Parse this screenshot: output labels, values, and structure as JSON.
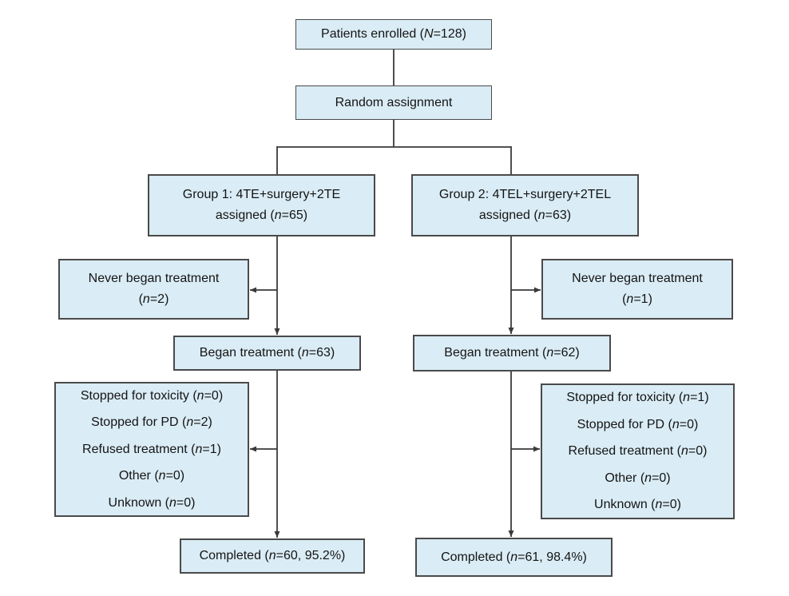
{
  "figure": {
    "type": "consort-patient-flow-diagram",
    "colors": {
      "background": "#ffffff",
      "box_fill": "#daecf5",
      "box_border": "#4a4a4a",
      "connector": "#3a3a3a",
      "text": "#141414"
    }
  },
  "boxes": {
    "enrolled": {
      "pre": "Patients enrolled (",
      "var": "N",
      "post": "=128)"
    },
    "random": {
      "label": "Random assignment"
    },
    "group1": {
      "line1": "Group 1: 4TE+surgery+2TE",
      "pre": "assigned (",
      "var": "n",
      "post": "=65)"
    },
    "group2": {
      "line1": "Group 2: 4TEL+surgery+2TEL",
      "pre": "assigned (",
      "var": "n",
      "post": "=63)"
    },
    "never1": {
      "line1": "Never began treatment",
      "pre": "(",
      "var": "n",
      "post": "=2)"
    },
    "never2": {
      "line1": "Never began treatment",
      "pre": "(",
      "var": "n",
      "post": "=1)"
    },
    "began1": {
      "pre": "Began treatment (",
      "var": "n",
      "post": "=63)"
    },
    "began2": {
      "pre": "Began treatment (",
      "var": "n",
      "post": "=62)"
    },
    "stopped1": {
      "items": [
        {
          "pre": "Stopped for toxicity (",
          "var": "n",
          "post": "=0)"
        },
        {
          "pre": "Stopped for PD (",
          "var": "n",
          "post": "=2)"
        },
        {
          "pre": "Refused treatment (",
          "var": "n",
          "post": "=1)"
        },
        {
          "pre": "Other (",
          "var": "n",
          "post": "=0)"
        },
        {
          "pre": "Unknown (",
          "var": "n",
          "post": "=0)"
        }
      ]
    },
    "stopped2": {
      "items": [
        {
          "pre": "Stopped for toxicity (",
          "var": "n",
          "post": "=1)"
        },
        {
          "pre": "Stopped for PD (",
          "var": "n",
          "post": "=0)"
        },
        {
          "pre": "Refused treatment (",
          "var": "n",
          "post": "=0)"
        },
        {
          "pre": "Other (",
          "var": "n",
          "post": "=0)"
        },
        {
          "pre": "Unknown (",
          "var": "n",
          "post": "=0)"
        }
      ]
    },
    "completed1": {
      "pre": "Completed (",
      "var": "n",
      "post": "=60, 95.2%)"
    },
    "completed2": {
      "pre": "Completed (",
      "var": "n",
      "post": "=61, 98.4%)"
    }
  }
}
